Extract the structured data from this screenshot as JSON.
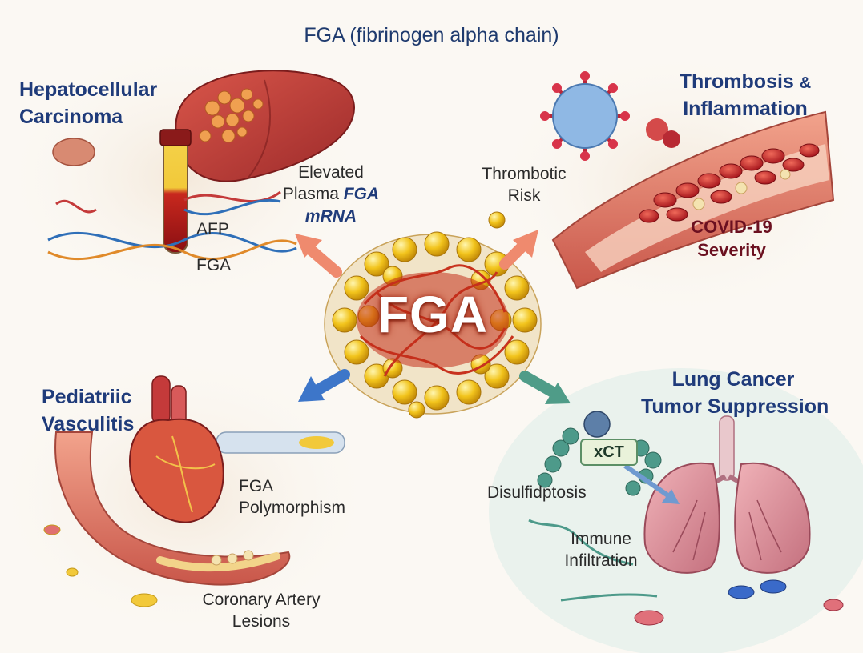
{
  "title": "FGA (fibrinogen alpha chain)",
  "center": {
    "label": "FGA"
  },
  "hcc": {
    "heading_line1": "Hepatocellular",
    "heading_line2": "Carcinoma",
    "elevated_line1": "Elevated",
    "elevated_line2_plain": "Plasma",
    "elevated_line2_em": "FGA",
    "elevated_line3": "mRNA",
    "marker_afp": "AFP",
    "marker_fga": "FGA"
  },
  "thrombosis": {
    "heading_line1": "Thrombosis",
    "heading_amp": "&",
    "heading_line2": "Inflammation",
    "risk_line1": "Thrombotic",
    "risk_line2": "Risk",
    "covid_line1": "COVID-19",
    "covid_line2": "Severity"
  },
  "vasculitis": {
    "heading_line1": "Pediatriic",
    "heading_line2": "Vasculitis",
    "poly_line1": "FGA",
    "poly_line2": "Polymorphism",
    "lesion_line1": "Coronary Artery",
    "lesion_line2": "Lesions"
  },
  "lung": {
    "heading_line1": "Lung Cancer",
    "heading_line2": "Tumor Suppression",
    "xct": "xCT",
    "disulfidptosis": "Disulfidptosis",
    "immune_line1": "Immune",
    "immune_line2": "Infiltration"
  },
  "colors": {
    "heading_blue": "#1f3b7a",
    "covid_red": "#6b1020",
    "arrow_salmon": "#ef8a6e",
    "arrow_blue": "#3d76c9",
    "arrow_teal": "#4f9c88"
  }
}
